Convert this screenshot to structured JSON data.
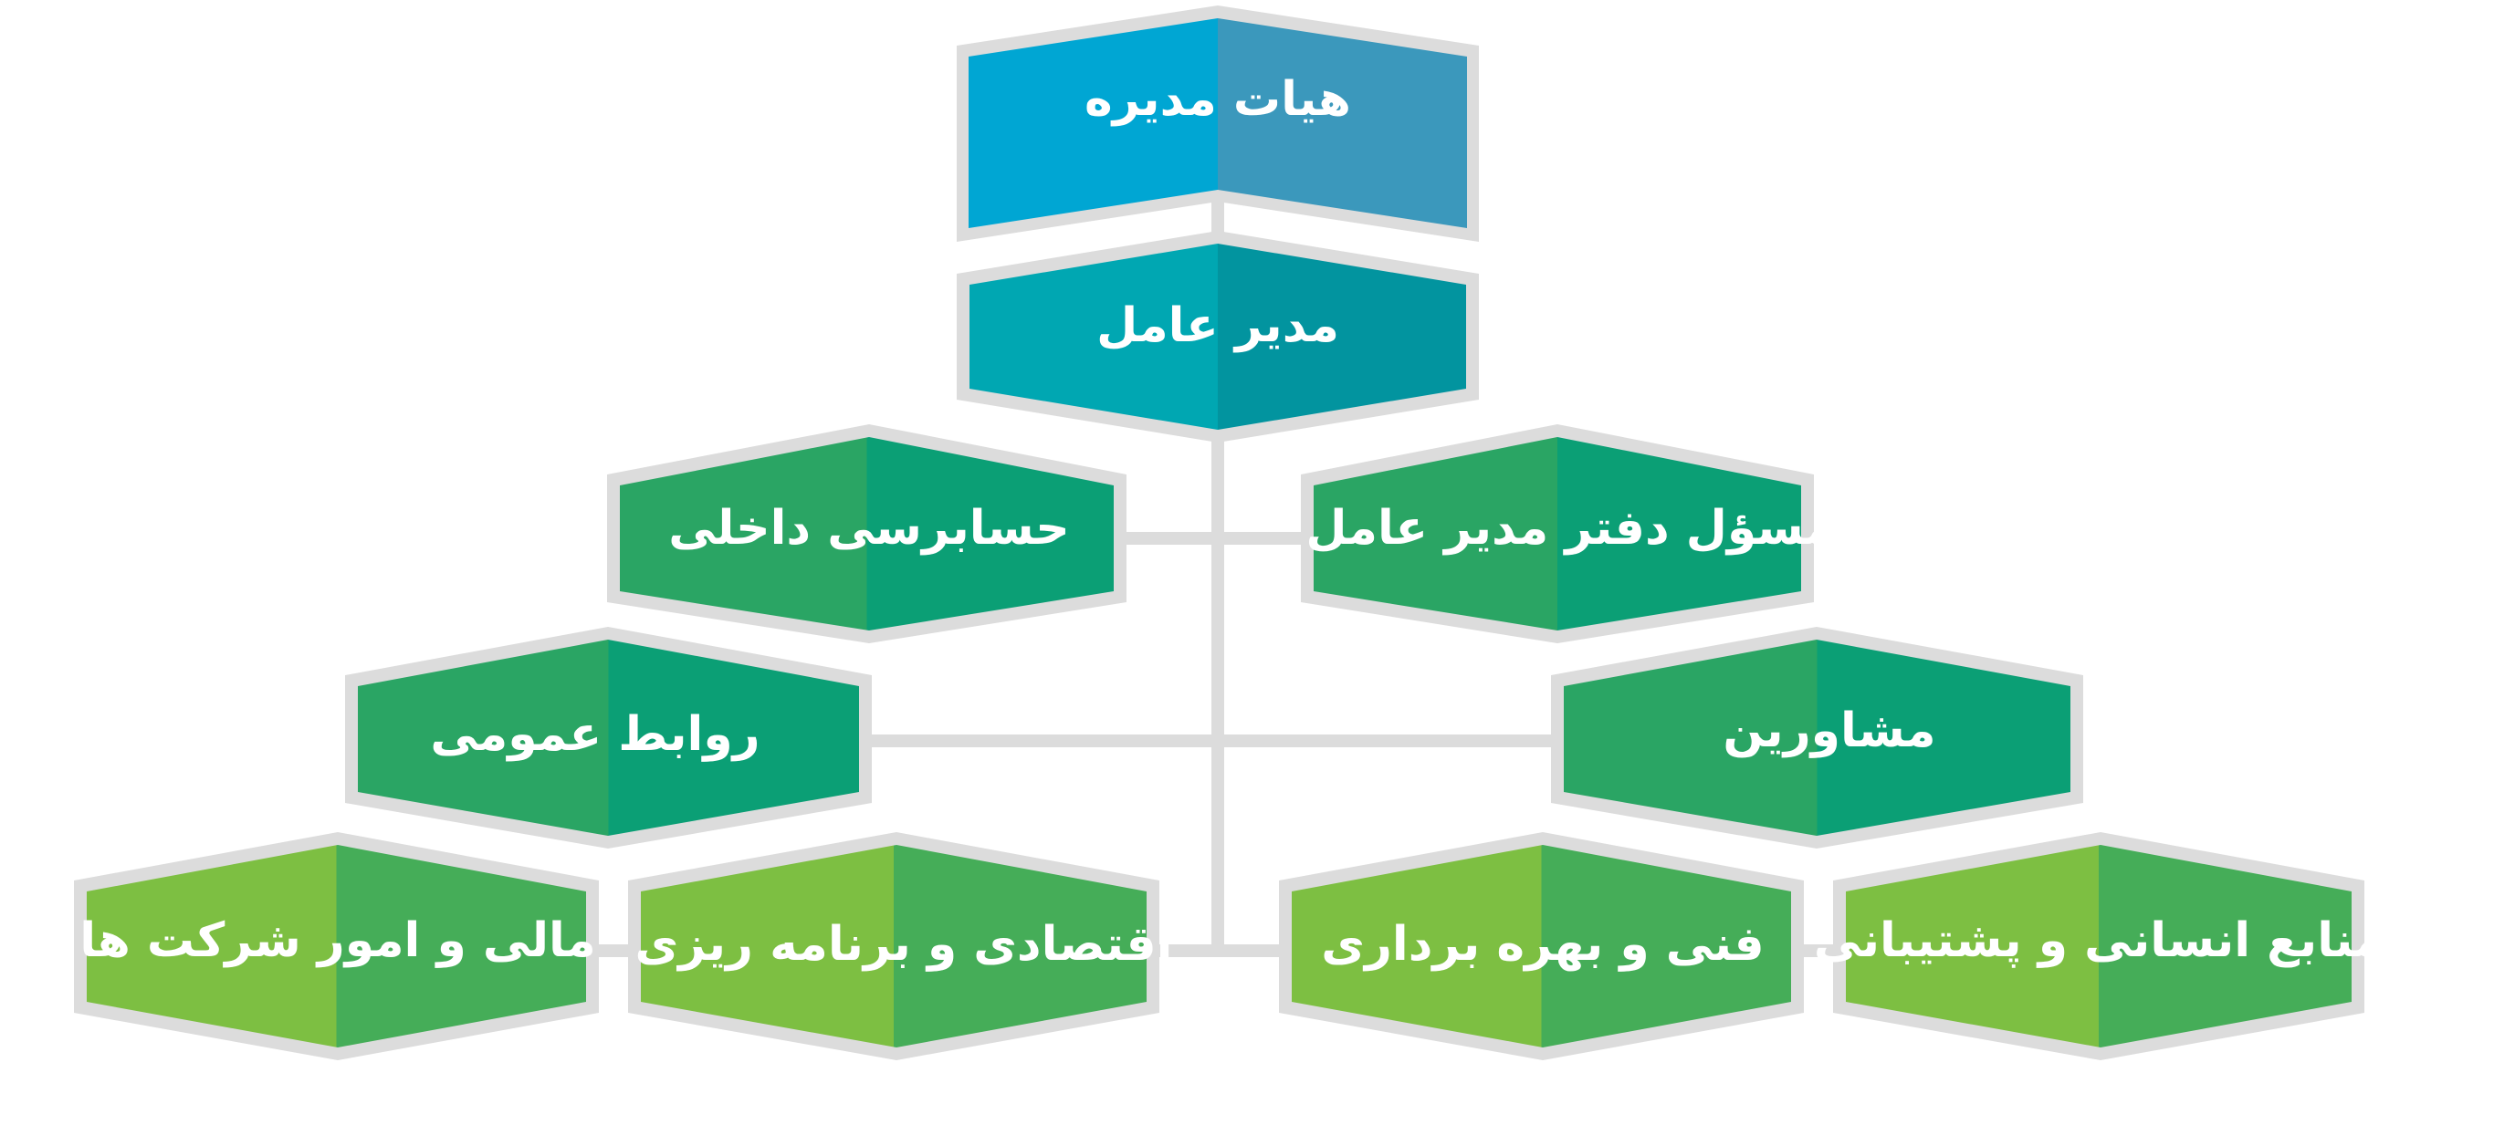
{
  "diagram": {
    "connector_color": "#dcdcdc",
    "nodes": [
      {
        "id": "board",
        "label": "هیات مدیره",
        "colors": [
          "#00a6d3",
          "#3b98bc"
        ]
      },
      {
        "id": "ceo",
        "label": "مدیر عامل",
        "colors": [
          "#00a7b2",
          "#02949f"
        ]
      },
      {
        "id": "audit",
        "label": "حسابرسی داخلی",
        "colors": [
          "#2aa564",
          "#0b9f75"
        ]
      },
      {
        "id": "ceo_office",
        "label": "مسؤل دفتر مدیر عامل",
        "colors": [
          "#2aa564",
          "#0b9f75"
        ]
      },
      {
        "id": "public_relations",
        "label": "روابط عمومی",
        "colors": [
          "#2aa564",
          "#0b9f75"
        ]
      },
      {
        "id": "advisors",
        "label": "مشاورین",
        "colors": [
          "#2aa564",
          "#0b9f75"
        ]
      },
      {
        "id": "finance",
        "label": "مالی و امور شرکت ها",
        "colors": [
          "#7dbf42",
          "#45ad58"
        ]
      },
      {
        "id": "economic",
        "label": "اقتصادی و برنامه ریزی",
        "colors": [
          "#7dbf42",
          "#45ad58"
        ]
      },
      {
        "id": "technical",
        "label": "فنی و بهره برداری",
        "colors": [
          "#7dbf42",
          "#45ad58"
        ]
      },
      {
        "id": "hr",
        "label": "منابع انسانی و پشتیبانی",
        "colors": [
          "#7dbf42",
          "#45ad58"
        ]
      }
    ]
  }
}
